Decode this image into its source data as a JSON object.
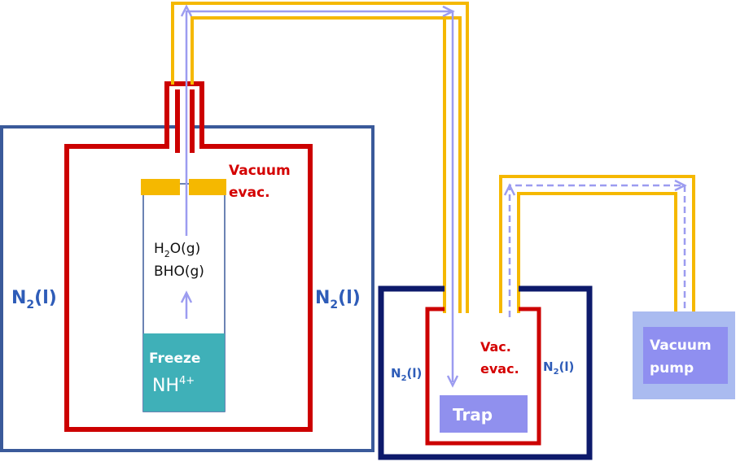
{
  "diagram": {
    "labels": {
      "n2_left": "N",
      "n2_left_sub": "2",
      "n2_left_tail": "(l)",
      "n2_mid": "N",
      "n2_mid_sub": "2",
      "n2_mid_tail": "(l)",
      "n2_trap_left": "N",
      "n2_trap_left_sub": "2",
      "n2_trap_left_tail": "(l)",
      "n2_trap_right": "N",
      "n2_trap_right_sub": "2",
      "n2_trap_right_tail": "(l)",
      "vacuum_evac_line1": "Vacuum",
      "vacuum_evac_line2": "evac.",
      "vac_evac_line1": "Vac.",
      "vac_evac_line2": "evac.",
      "gas1_a": "H",
      "gas1_sub": "2",
      "gas1_b": "O(g)",
      "gas2": "BHO(g)",
      "freeze": "Freeze",
      "nh": "NH",
      "nh_sup": "4+",
      "trap": "Trap",
      "pump_line1": "Vacuum",
      "pump_line2": "pump"
    },
    "colors": {
      "dewar_blue": "#3a5a9a",
      "dewar_navy": "#0d1a6b",
      "chamber_red": "#cc0000",
      "tube_yellow": "#f5b800",
      "flow_lavender": "#9c9cf0",
      "freeze_teal": "#3fb0b8",
      "trap_purple": "#9090ee",
      "pump_blue": "#8fa8e8"
    }
  }
}
